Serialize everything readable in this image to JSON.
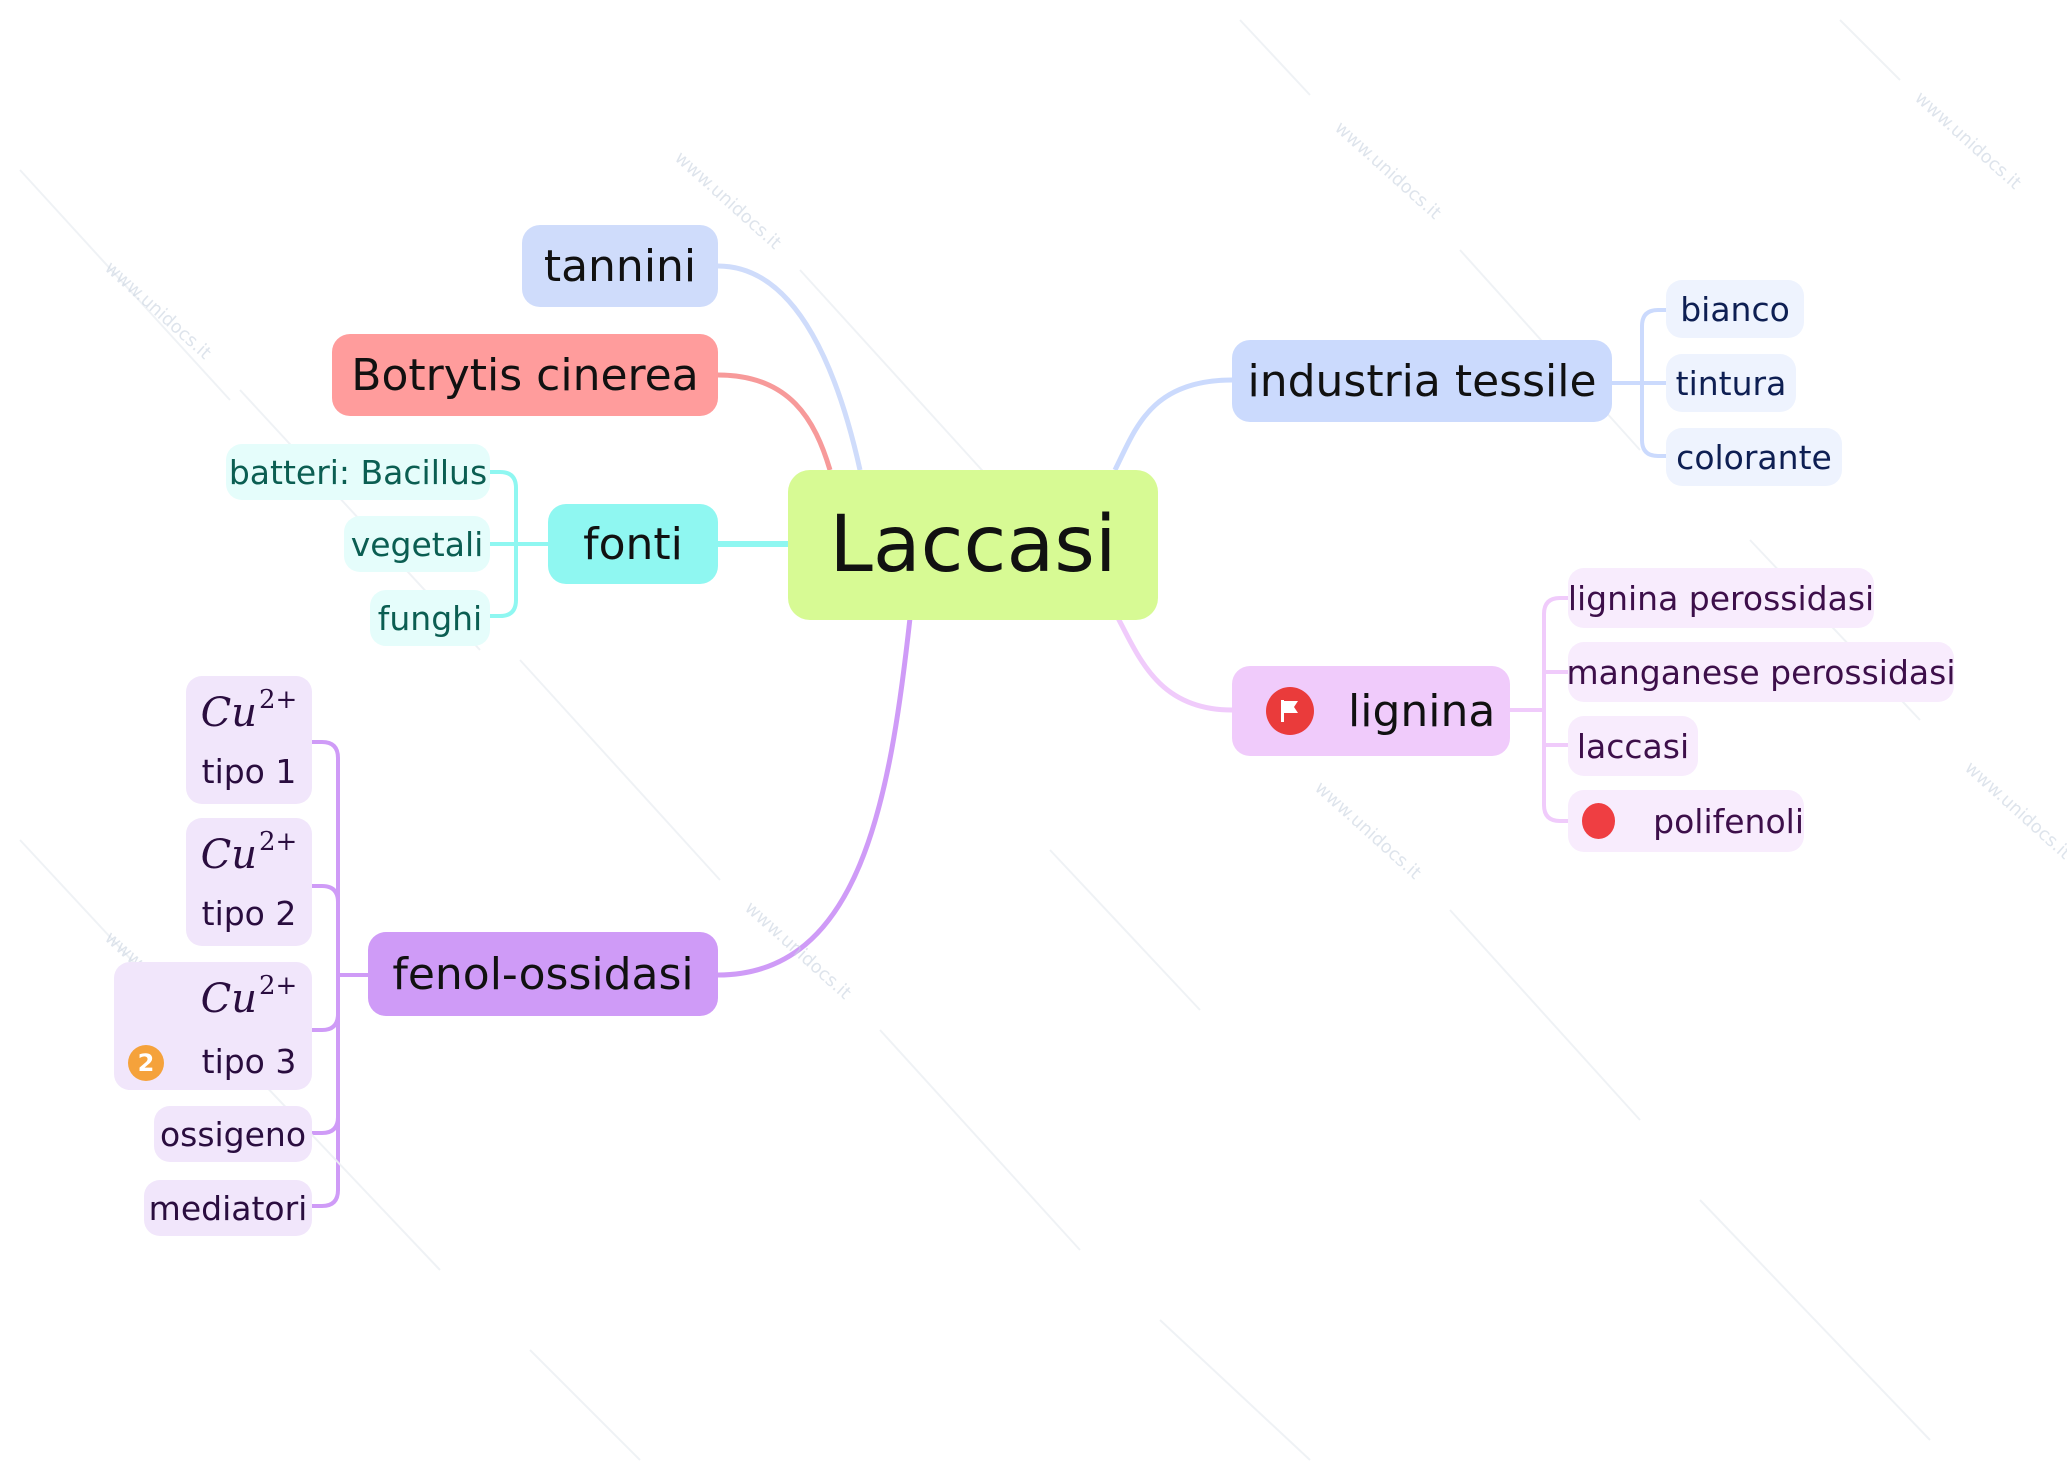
{
  "root": {
    "label": "Laccasi"
  },
  "watermark": "www.unidocs.it",
  "colors": {
    "root": "#d7fa94",
    "tannini": "#cfdcfb",
    "botrytis": "#ff9c9c",
    "fonti": "#8ff7f1",
    "fenol": "#cf9bf7",
    "industria": "#cbdafd",
    "lignina": "#f0cbfb"
  },
  "branches": {
    "tannini": {
      "label": "tannini"
    },
    "botrytis": {
      "label": "Botrytis cinerea"
    },
    "fonti": {
      "label": "fonti",
      "children": [
        "batteri: Bacillus",
        "vegetali",
        "funghi"
      ]
    },
    "fenol": {
      "label": "fenol-ossidasi",
      "copper": [
        {
          "formula": "Cu",
          "charge": "2+",
          "label": "tipo 1"
        },
        {
          "formula": "Cu",
          "charge": "2+",
          "label": "tipo 2"
        },
        {
          "formula": "Cu",
          "charge": "2+",
          "label": "tipo 3",
          "badge": "2"
        }
      ],
      "children": [
        "ossigeno",
        "mediatori"
      ]
    },
    "industria": {
      "label": "industria tessile",
      "children": [
        "bianco",
        "tintura",
        "colorante"
      ]
    },
    "lignina": {
      "label": "lignina",
      "icon": "red-flag-icon",
      "children": [
        "lignina perossidasi",
        "manganese perossidasi",
        "laccasi",
        "polifenoli"
      ],
      "polifenoli_marker": "red-dot-icon"
    }
  }
}
